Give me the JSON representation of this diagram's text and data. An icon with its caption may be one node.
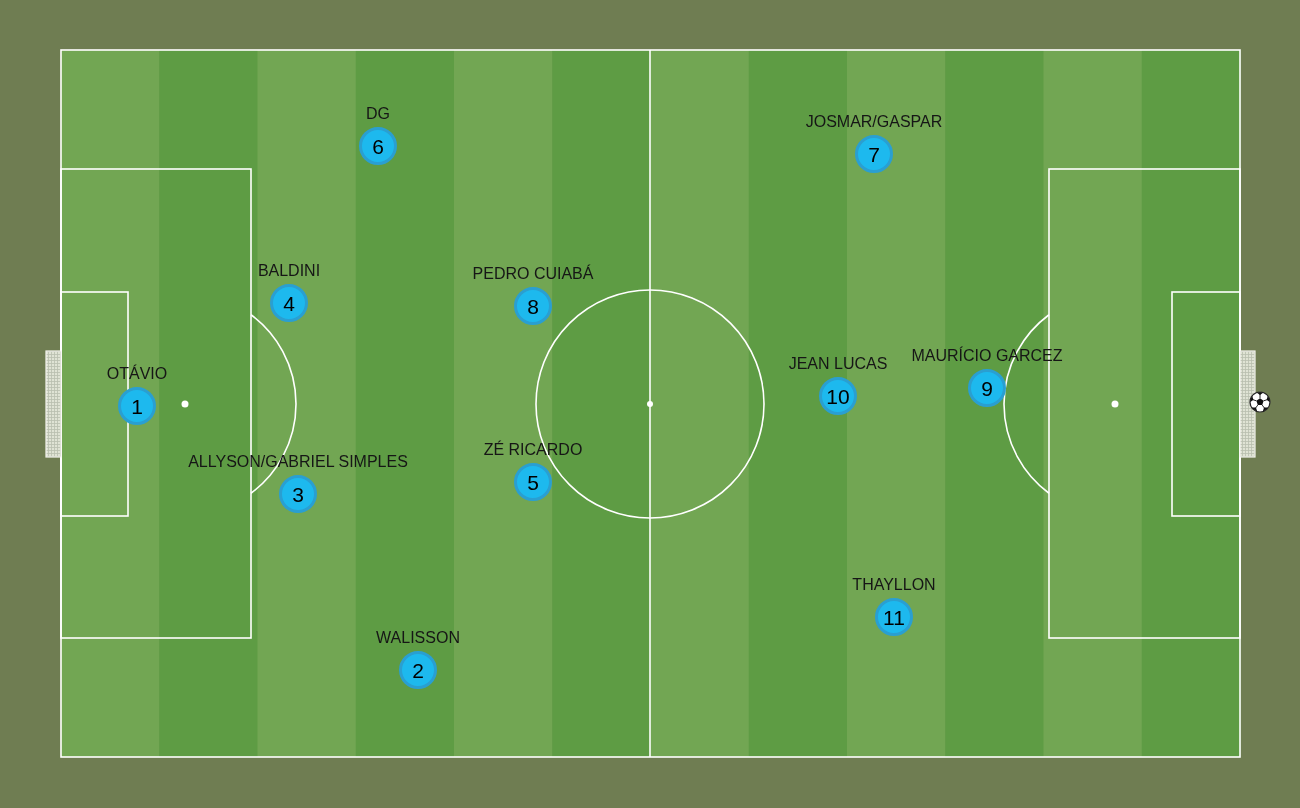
{
  "diagram": {
    "nodes": [
      {
        "text": [
          "1"
        ],
        "beside": [
          "OTÁVIO"
        ]
      },
      {
        "text": [
          "2"
        ],
        "beside": [
          "WALISSON"
        ]
      },
      {
        "text": [
          "3"
        ],
        "beside": [
          "ALLYSON/GABRIEL SIMPLES"
        ]
      },
      {
        "text": [
          "4"
        ],
        "beside": [
          "BALDINI"
        ]
      },
      {
        "text": [
          "5"
        ],
        "beside": [
          "ZÉ RICARDO"
        ]
      },
      {
        "text": [
          "6"
        ],
        "beside": [
          "DG"
        ]
      },
      {
        "text": [
          "7"
        ],
        "beside": [
          "JOSMAR/GASPAR"
        ]
      },
      {
        "text": [
          "8"
        ],
        "beside": [
          "PEDRO CUIABÁ"
        ]
      },
      {
        "text": [
          "9"
        ],
        "beside": [
          "MAURÍCIO GARCEZ"
        ]
      },
      {
        "text": [
          "10"
        ],
        "beside": [
          "JEAN LUCAS"
        ]
      },
      {
        "text": [
          "11"
        ],
        "beside": [
          "THAYLLON"
        ]
      }
    ]
  }
}
